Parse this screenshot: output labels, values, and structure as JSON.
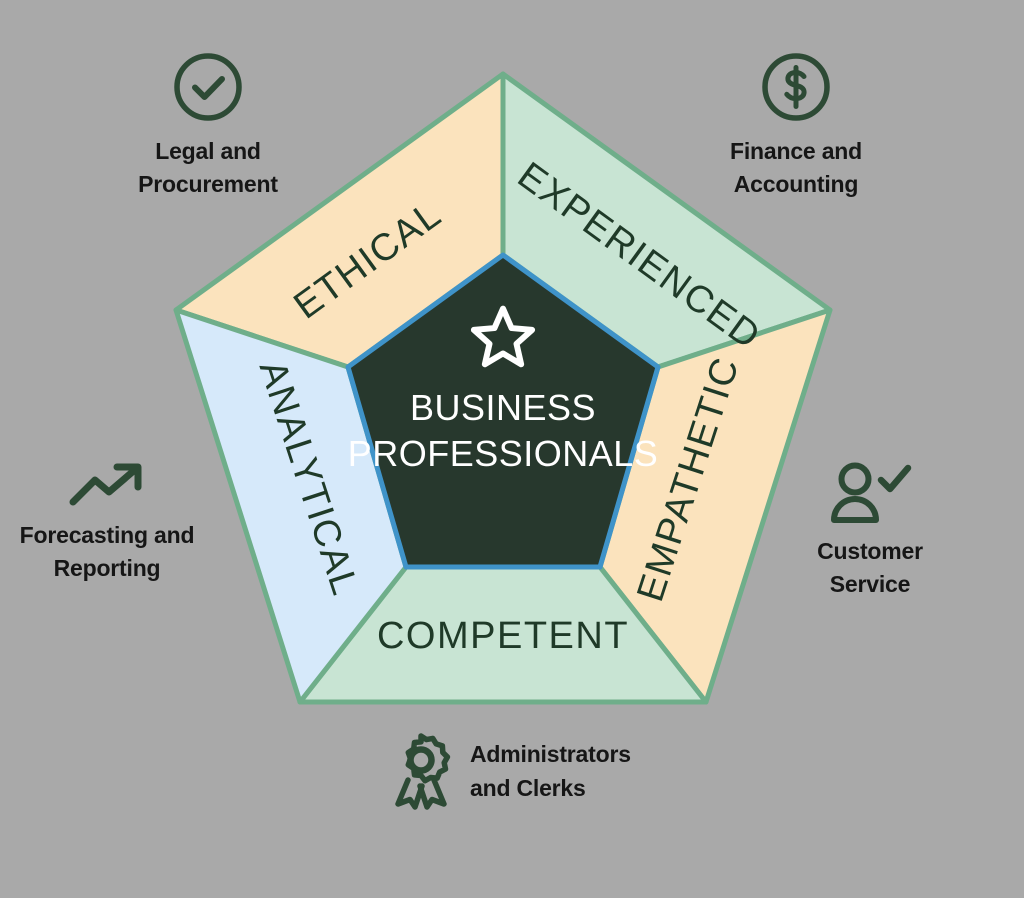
{
  "diagram": {
    "title": "Business Professionals competency pentagon",
    "background_color": "#a9a9a9",
    "center": {
      "icon": "star-icon",
      "line1": "BUSINESS",
      "line2": "PROFESSIONALS",
      "fill_color": "#27382d",
      "stroke_color": "#4a90c4",
      "text_color": "#ffffff"
    },
    "segments": [
      {
        "label": "EXPERIENCED",
        "fill_color": "#c8e4d3",
        "text_color": "#1f3a28",
        "position": "upper-right"
      },
      {
        "label": "EMPATHETIC",
        "fill_color": "#fbe3bd",
        "text_color": "#1f3a28",
        "position": "right"
      },
      {
        "label": "COMPETENT",
        "fill_color": "#c8e4d3",
        "text_color": "#1f3a28",
        "position": "bottom"
      },
      {
        "label": "ANALYTICAL",
        "fill_color": "#d6e9fa",
        "text_color": "#1f3a28",
        "position": "left"
      },
      {
        "label": "ETHICAL",
        "fill_color": "#fbe3bd",
        "text_color": "#1f3a28",
        "position": "upper-left"
      }
    ],
    "outline_color": "#6fae8a",
    "callouts": [
      {
        "icon": "check-circle-icon",
        "label": "Legal and\nProcurement",
        "position": "top-left"
      },
      {
        "icon": "dollar-circle-icon",
        "label": "Finance and\nAccounting",
        "position": "top-right"
      },
      {
        "icon": "user-check-icon",
        "label": "Customer\nService",
        "position": "right"
      },
      {
        "icon": "award-ribbon-icon",
        "label": "Administrators\nand Clerks",
        "position": "bottom"
      },
      {
        "icon": "trending-up-icon",
        "label": "Forecasting and\nReporting",
        "position": "left"
      }
    ],
    "icon_color": "#2d4a35"
  }
}
